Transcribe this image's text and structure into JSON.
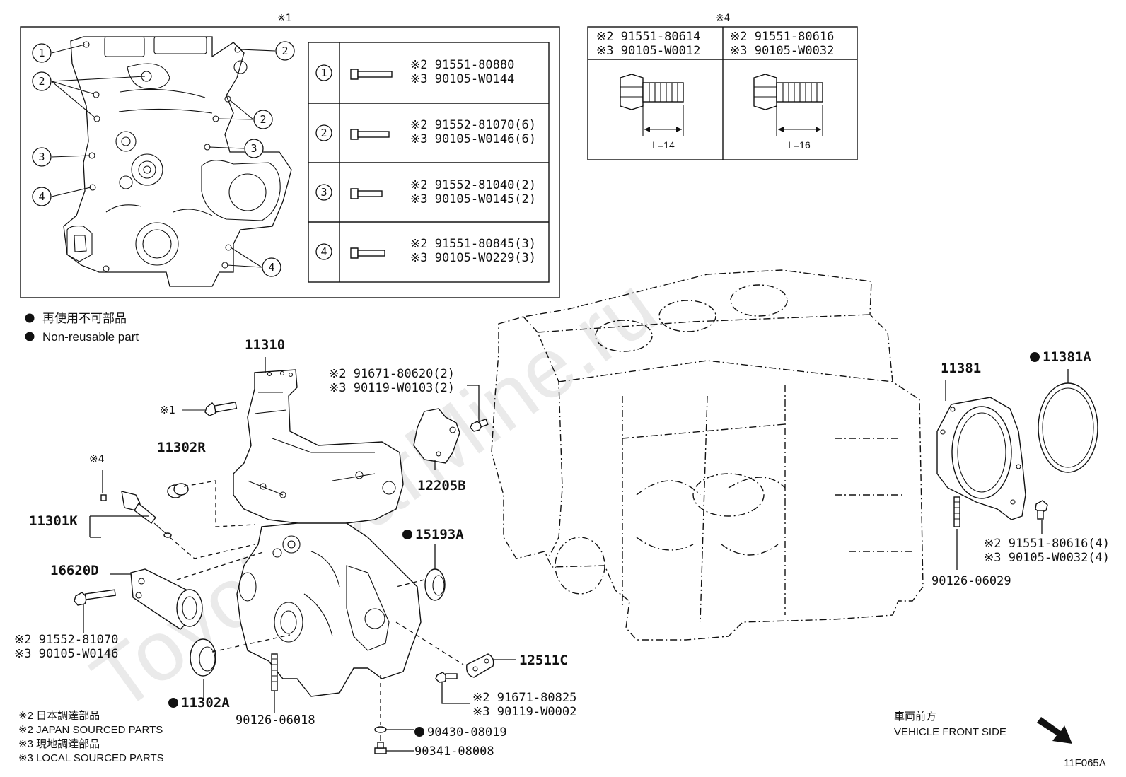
{
  "watermark": "ToyotaCarMine.ru",
  "inset1": {
    "ref": "※1",
    "callouts": [
      "1",
      "2",
      "3",
      "4"
    ],
    "rows": [
      {
        "num": "1",
        "line1": "※2 91551-80880",
        "line2": "※3 90105-W0144"
      },
      {
        "num": "2",
        "line1": "※2 91552-81070(6)",
        "line2": "※3 90105-W0146(6)"
      },
      {
        "num": "3",
        "line1": "※2 91552-81040(2)",
        "line2": "※3 90105-W0145(2)"
      },
      {
        "num": "4",
        "line1": "※2 91551-80845(3)",
        "line2": "※3 90105-W0229(3)"
      }
    ]
  },
  "inset4": {
    "ref": "※4",
    "cols": [
      {
        "line1": "※2 91551-80614",
        "line2": "※3 90105-W0012",
        "length": "L=14"
      },
      {
        "line1": "※2 91551-80616",
        "line2": "※3 90105-W0032",
        "length": "L=16"
      }
    ]
  },
  "legend_top": {
    "jp": "再使用不可部品",
    "en": "Non-reusable part"
  },
  "labels": {
    "p11310": "11310",
    "ref1": "※1",
    "p11302R": "11302R",
    "ref4": "※4",
    "p11301K": "11301K",
    "p16620D": "16620D",
    "bolt1_l1": "※2 91552-81070",
    "bolt1_l2": "※3 90105-W0146",
    "p11302A": "11302A",
    "p90126_06018": "90126-06018",
    "p90430_08019": "90430-08019",
    "p90341_08008": "90341-08008",
    "bolt2_l1": "※2 91671-80825",
    "bolt2_l2": "※3 90119-W0002",
    "p12511C": "12511C",
    "p15193A": "15193A",
    "p12205B": "12205B",
    "bolt3_l1": "※2 91671-80620(2)",
    "bolt3_l2": "※3 90119-W0103(2)",
    "p11381": "11381",
    "p11381A": "11381A",
    "bolt4_l1": "※2 91551-80616(4)",
    "bolt4_l2": "※3 90105-W0032(4)",
    "p90126_06029": "90126-06029"
  },
  "legend_bottom": [
    "※2  日本調達部品",
    "※2  JAPAN SOURCED PARTS",
    "※3  現地調達部品",
    "※3  LOCAL SOURCED PARTS"
  ],
  "direction": {
    "jp": "車両前方",
    "en": "VEHICLE FRONT SIDE"
  },
  "figure_code": "11F065A"
}
